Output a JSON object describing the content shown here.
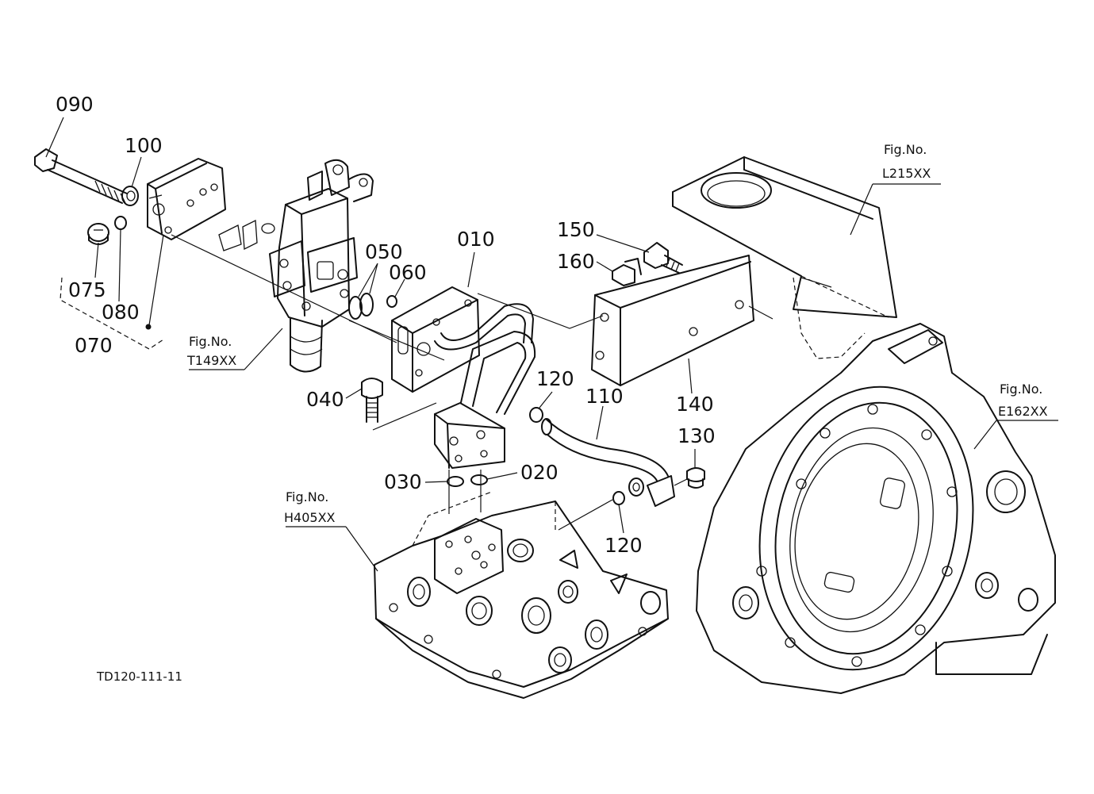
{
  "part_labels": {
    "p090": "090",
    "p100": "100",
    "p075": "075",
    "p080": "080",
    "p070": "070",
    "p050": "050",
    "p060": "060",
    "p010": "010",
    "p150": "150",
    "p160": "160",
    "p040": "040",
    "p120a": "120",
    "p110": "110",
    "p140": "140",
    "p130": "130",
    "p030": "030",
    "p020": "020",
    "p120b": "120"
  },
  "figure_refs": {
    "t149": {
      "line1": "Fig.No.",
      "line2": "T149XX"
    },
    "l215": {
      "line1": "Fig.No.",
      "line2": "L215XX"
    },
    "e162": {
      "line1": "Fig.No.",
      "line2": "E162XX"
    },
    "h405": {
      "line1": "Fig.No.",
      "line2": "H405XX"
    }
  },
  "drawing_code": "TD120-111-11"
}
